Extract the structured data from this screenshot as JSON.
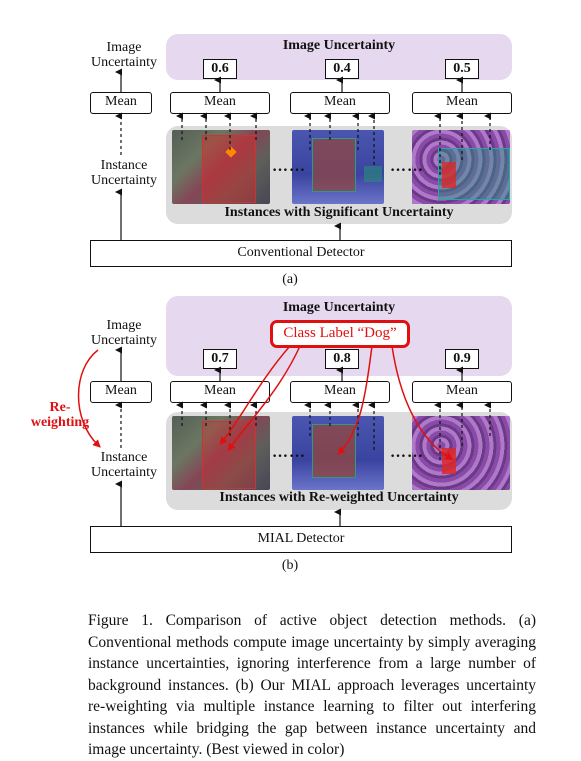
{
  "panel_a": {
    "image_uncertainty_title": "Image Uncertainty",
    "image_uncertainty_left_label": "Image\nUncertainty",
    "instance_uncertainty_label": "Instance\nUncertainty",
    "mean_label": "Mean",
    "values": [
      "0.6",
      "0.4",
      "0.5"
    ],
    "instances_caption": "Instances with Significant Uncertainty",
    "detector_label": "Conventional Detector",
    "sub_label": "(a)",
    "ellipsis": "……"
  },
  "panel_b": {
    "image_uncertainty_title": "Image Uncertainty",
    "class_label": "Class Label “Dog”",
    "image_uncertainty_left_label": "Image\nUncertainty",
    "instance_uncertainty_label": "Instance\nUncertainty",
    "reweighting_label": "Re-\nweighting",
    "mean_label": "Mean",
    "values": [
      "0.7",
      "0.8",
      "0.9"
    ],
    "instances_caption": "Instances with Re-weighted Uncertainty",
    "detector_label": "MIAL Detector",
    "sub_label": "(b)",
    "ellipsis": "……"
  },
  "caption": "Figure 1. Comparison of active object detection methods. (a) Conventional methods compute image uncertainty by simply averaging instance uncertainties, ignoring interference from a large number of background instances. (b) Our MIAL approach leverages uncertainty re-weighting via multiple instance learning to filter out interfering instances while bridging the gap between instance uncertainty and image uncertainty. (Best viewed in color)",
  "colors": {
    "purple_panel": "#e6d9ef",
    "gray_panel": "#dcdcdc",
    "highlight_red": "#e01010"
  }
}
